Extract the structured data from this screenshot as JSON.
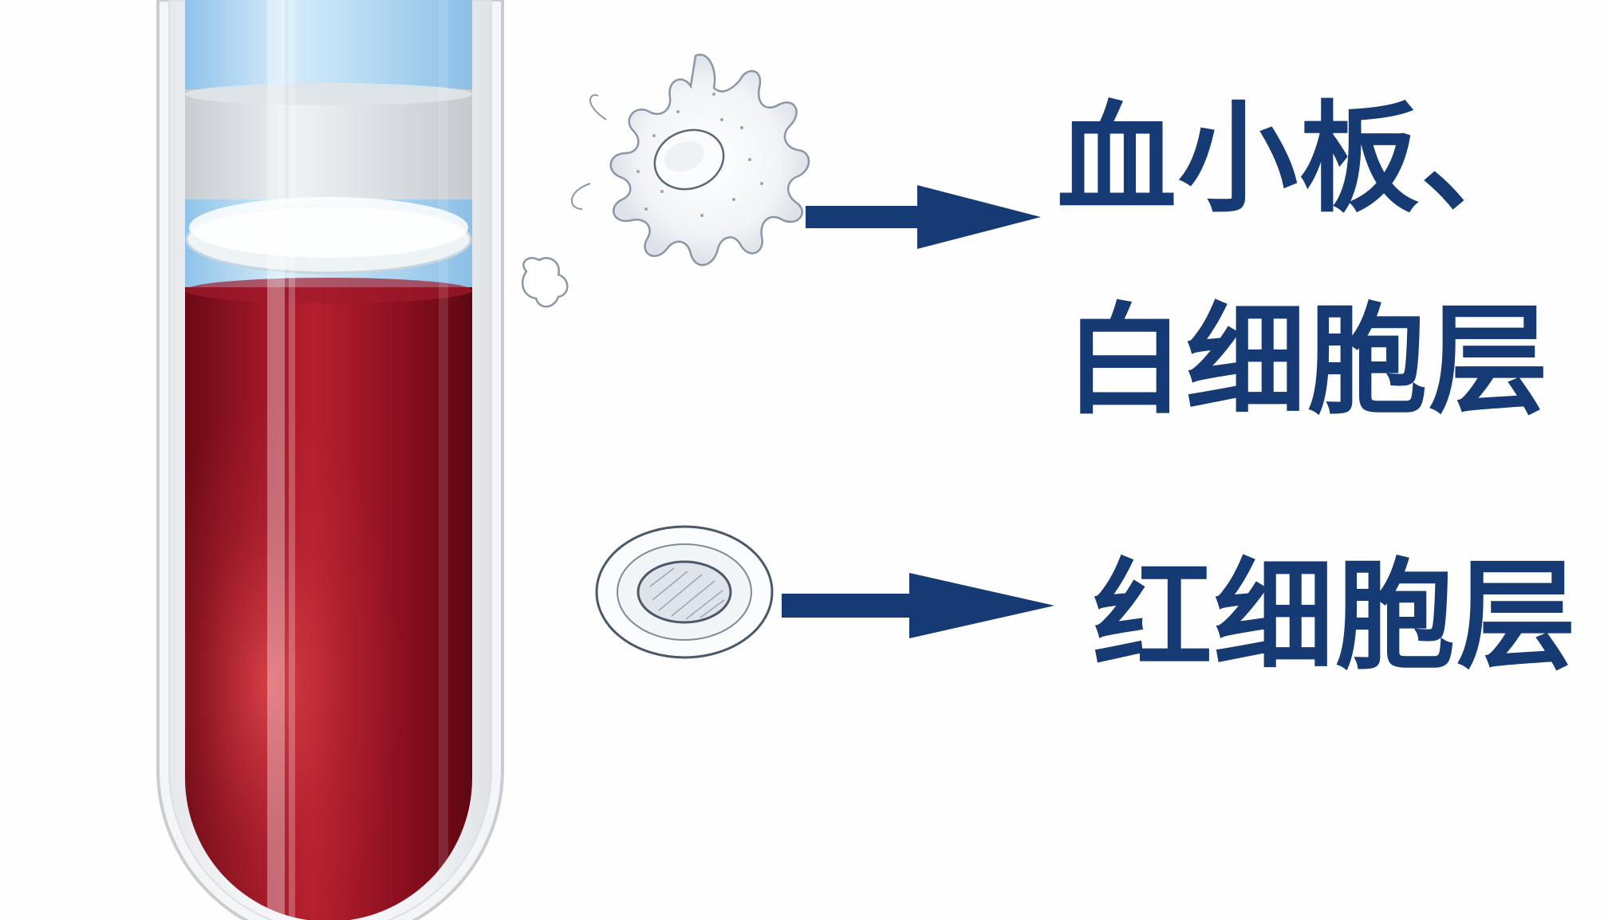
{
  "labels": {
    "platelet_line1": "血小板、",
    "platelet_line2": "白细胞层",
    "red_cell": "红细胞层"
  },
  "colors": {
    "label_text": "#163a74",
    "arrow": "#163a74",
    "plasma_blue": "#a9d3ef",
    "buffy_coat": "#e9eef2",
    "red_cells": "#7c0f1e",
    "red_highlight": "#d9343c",
    "tube_outline": "#c9ccd1"
  },
  "icons": {
    "top": "platelet-cell-icon",
    "bottom": "red-blood-cell-icon"
  }
}
